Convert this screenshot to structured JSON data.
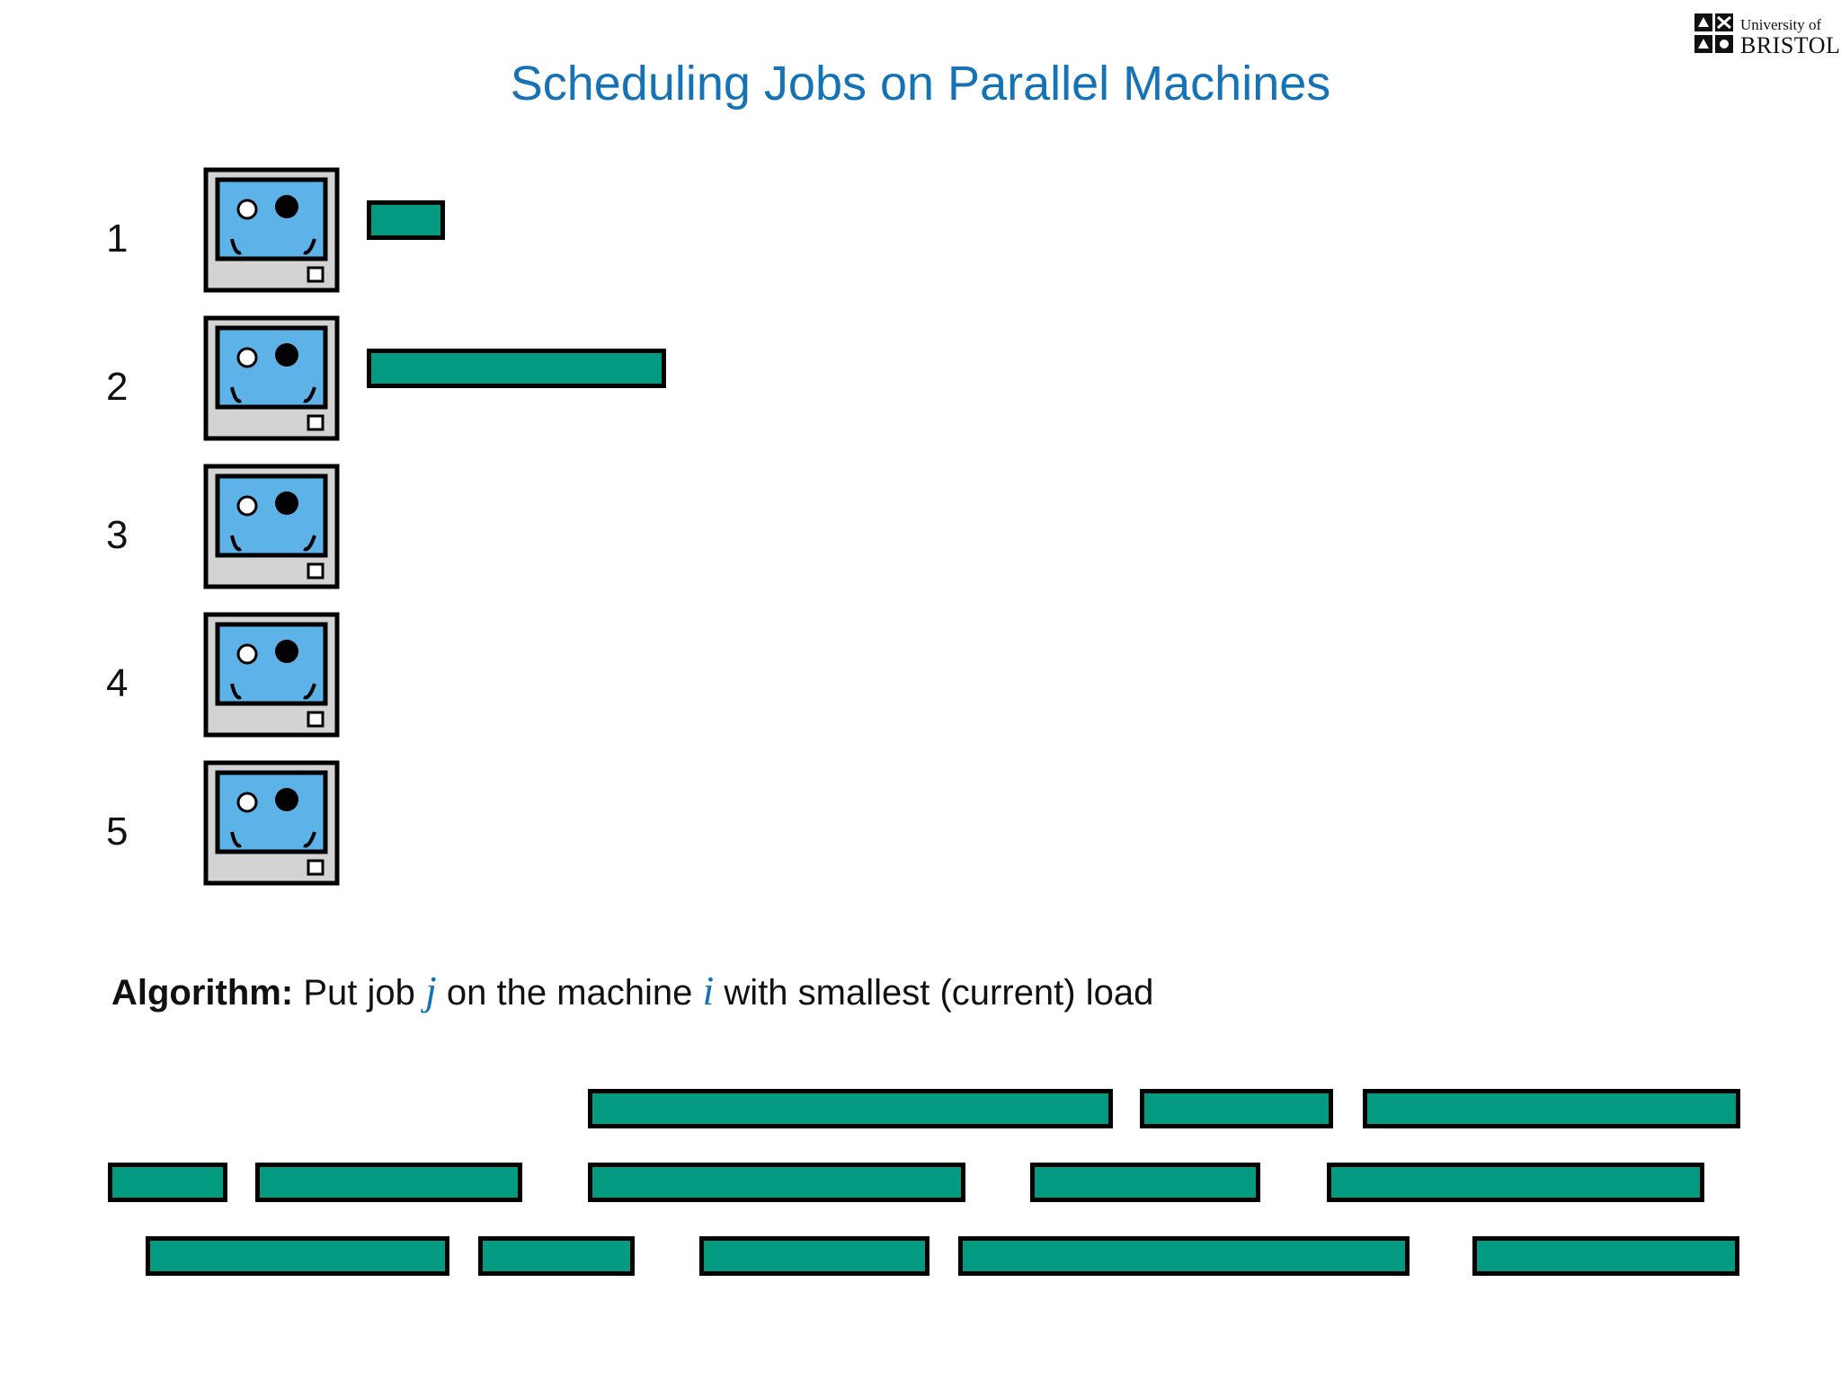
{
  "slide": {
    "title": "Scheduling Jobs on Parallel Machines",
    "logo": {
      "line1": "University of",
      "line2": "BRISTOL"
    }
  },
  "machines": [
    {
      "label": "1",
      "jobs": [
        {
          "length": 1
        }
      ]
    },
    {
      "label": "2",
      "jobs": [
        {
          "length": 4
        }
      ]
    },
    {
      "label": "3",
      "jobs": []
    },
    {
      "label": "4",
      "jobs": []
    },
    {
      "label": "5",
      "jobs": []
    }
  ],
  "algorithm": {
    "heading": "Algorithm:",
    "text1": "Put job",
    "var_j": "j",
    "text2": "on the machine",
    "var_i": "i",
    "text3": "with smallest (current) load"
  },
  "job_queue": {
    "rows": [
      [
        {
          "length": 7
        },
        {
          "length": 2.5
        },
        {
          "length": 5
        }
      ],
      [
        {
          "length": 1.5
        },
        {
          "length": 3.5
        },
        {
          "length": 5
        },
        {
          "length": 3
        },
        {
          "length": 5
        }
      ],
      [
        {
          "length": 4
        },
        {
          "length": 2
        },
        {
          "length": 3
        },
        {
          "length": 6
        },
        {
          "length": 3.5
        }
      ]
    ]
  },
  "colors": {
    "title": "#1573b5",
    "job_fill": "#029a80",
    "screen": "#5db2e8",
    "monitor_case": "#d3d3d3"
  }
}
